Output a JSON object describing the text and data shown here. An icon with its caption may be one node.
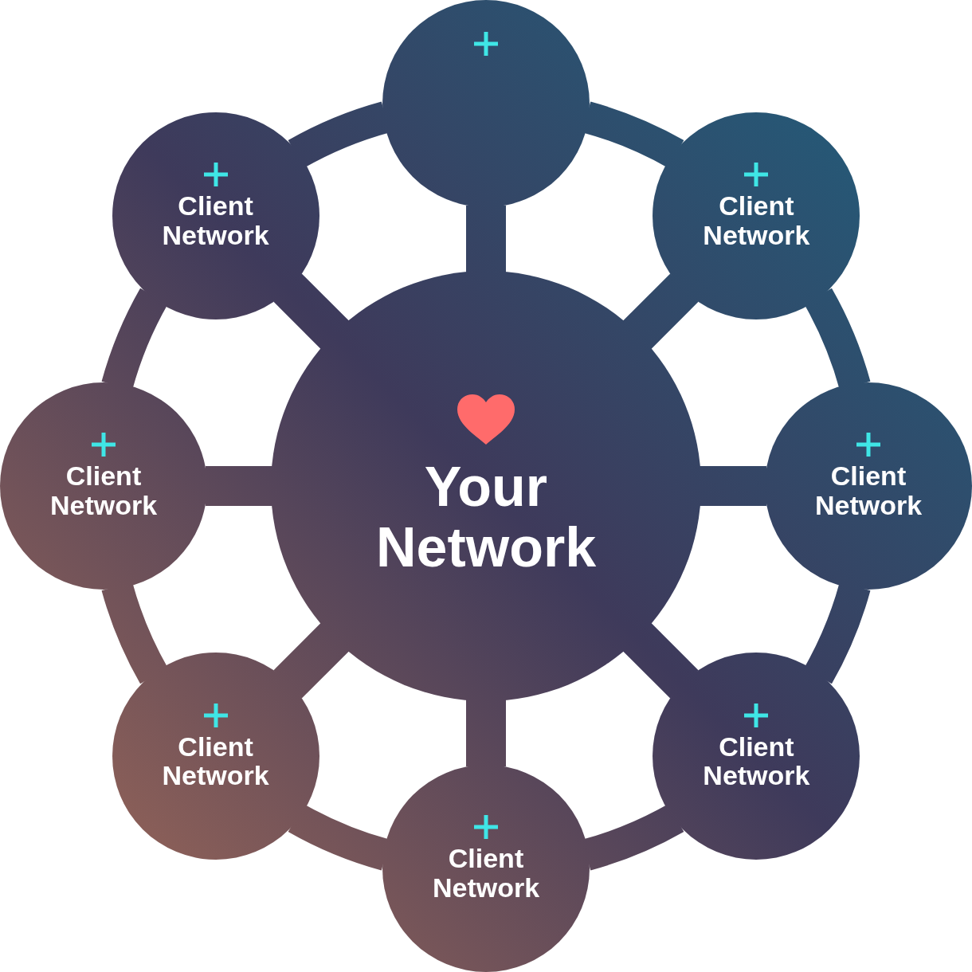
{
  "diagram": {
    "nodes": [
      {
        "text": [],
        "shape": "circle"
      },
      {
        "text": [
          "Client Network"
        ]
      },
      {
        "text": [
          "Client Network"
        ]
      },
      {
        "text": [
          "Client Network"
        ]
      },
      {
        "text": [
          "Your Network"
        ]
      },
      {
        "text": [
          "Client Network"
        ]
      },
      {
        "text": [
          "Client Network"
        ]
      },
      {
        "text": [
          "Client Network"
        ]
      },
      {
        "text": [
          "Client Network"
        ]
      }
    ],
    "edges": [
      {
        "from": 4,
        "to": 0,
        "arrow": "none"
      },
      {
        "from": 4,
        "to": 2,
        "arrow": "none"
      },
      {
        "from": 4,
        "to": 5,
        "arrow": "none"
      },
      {
        "from": 4,
        "to": 7,
        "arrow": "none"
      },
      {
        "from": 4,
        "to": 8,
        "arrow": "none"
      },
      {
        "from": 4,
        "to": 6,
        "arrow": "none"
      },
      {
        "from": 4,
        "to": 3,
        "arrow": "none"
      },
      {
        "from": 4,
        "to": 1,
        "arrow": "none"
      },
      {
        "from": 0,
        "to": 2,
        "arrow": "none"
      },
      {
        "from": 2,
        "to": 5,
        "arrow": "none"
      },
      {
        "from": 5,
        "to": 7,
        "arrow": "none"
      },
      {
        "from": 7,
        "to": 8,
        "arrow": "none"
      },
      {
        "from": 8,
        "to": 6,
        "arrow": "none"
      },
      {
        "from": 6,
        "to": 3,
        "arrow": "none"
      },
      {
        "from": 3,
        "to": 1,
        "arrow": "none"
      },
      {
        "from": 1,
        "to": 0,
        "arrow": "none"
      }
    ]
  }
}
